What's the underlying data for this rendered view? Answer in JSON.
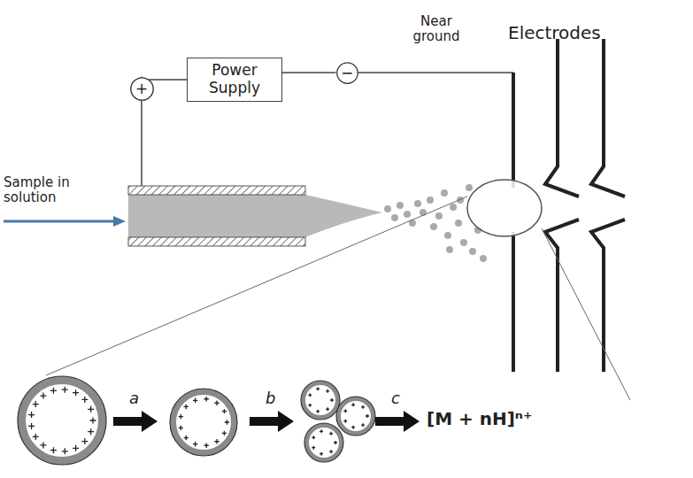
{
  "diagram": {
    "nodes": [
      {
        "text": [
          "Power Supply"
        ]
      },
      {
        "text": [
          "+"
        ]
      },
      {
        "text": [
          "−"
        ]
      }
    ],
    "edges": [
      {
        "from": 1,
        "to": 0,
        "arrow": "none"
      },
      {
        "from": 0,
        "to": 2,
        "arrow": "none"
      }
    ],
    "labels": [
      "Near ground",
      "Electrodes",
      "Sample in solution",
      "a",
      "b",
      "c",
      "[M + nH]ⁿ⁺"
    ]
  }
}
